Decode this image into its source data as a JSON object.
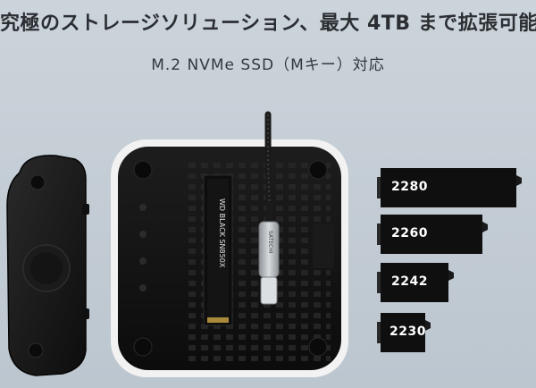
{
  "headline": "究極のストレージソリューション、最大 4TB まで拡張可能",
  "subline": "M.2 NVMe SSD（Mキー）対応",
  "ssd_sizes": [
    "2280",
    "2260",
    "2242",
    "2230"
  ],
  "ssd_label_vertical": "WD BLACK SN850X",
  "cable_brand": "SATECHI",
  "colors": {
    "background": "#c8d0d8",
    "enclosure_white": "#f4f4f4",
    "enclosure_black": "#151515",
    "card": "#111111",
    "cable": "#1a1a1a",
    "connector": "#b8bcc0"
  }
}
